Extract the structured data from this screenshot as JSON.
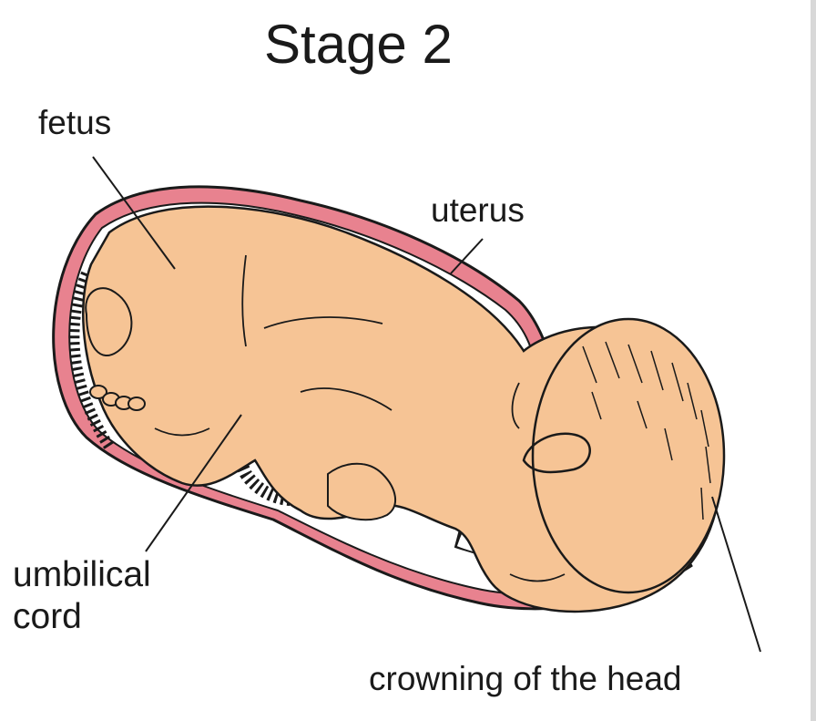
{
  "title": "Stage 2",
  "labels": {
    "fetus": "fetus",
    "uterus": "uterus",
    "umbilical_cord": "umbilical\ncord",
    "crowning": "crowning of the head"
  },
  "colors": {
    "skin": "#F6C495",
    "uterus": "#E8828F",
    "outline": "#1a1a1a",
    "background": "#ffffff"
  }
}
